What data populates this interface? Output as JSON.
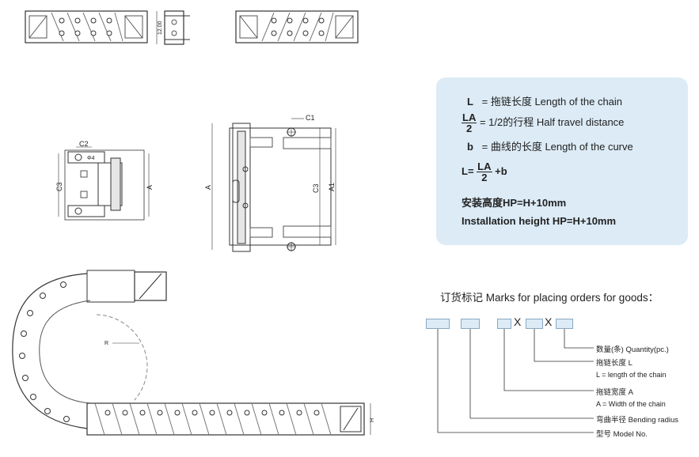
{
  "drawing_labels": {
    "dim_12": "12.00",
    "c1": "C1",
    "c2": "C2",
    "c3_left": "C3",
    "c3_right": "C3",
    "a_left": "A",
    "a_mid": "A",
    "a1": "A1",
    "phi4": "Φ4",
    "r": "R",
    "h": "H"
  },
  "info": {
    "l_sym": "L",
    "l_text": "= 拖链长度  Length of the chain",
    "la_num": "LA",
    "la_den": "2",
    "la_text": "= 1/2的行程  Half travel distance",
    "b_sym": "b",
    "b_text": "= 曲线的长度  Length of the curve",
    "formula_prefix": "L=",
    "formula_num": "LA",
    "formula_den": "2",
    "formula_suffix": "+b",
    "install_cn": "安装高度HP=H+10mm",
    "install_en": "Installation height HP=H+10mm"
  },
  "order": {
    "title": "订货标记 Marks for placing orders for goods：",
    "x1": "X",
    "x2": "X",
    "quantity": "数量(条) Quantity(pc.)",
    "length_cn": "拖链长度 L",
    "length_en": "L = length of the chain",
    "width_cn": "拖链宽度 A",
    "width_en": "A = Width of the chain",
    "radius": "弯曲半径 Bending radius",
    "model": "型号 Model No."
  }
}
